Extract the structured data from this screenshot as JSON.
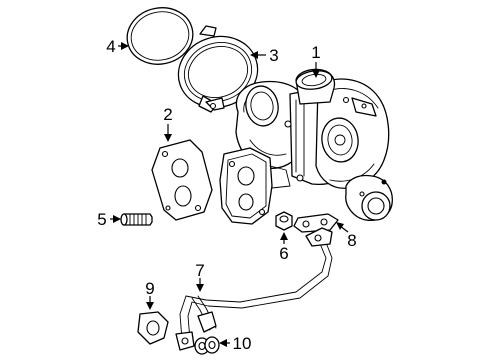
{
  "callouts": [
    {
      "id": "1",
      "text": "1"
    },
    {
      "id": "2",
      "text": "2"
    },
    {
      "id": "3",
      "text": "3"
    },
    {
      "id": "4",
      "text": "4"
    },
    {
      "id": "5",
      "text": "5"
    },
    {
      "id": "6",
      "text": "6"
    },
    {
      "id": "7",
      "text": "7"
    },
    {
      "id": "8",
      "text": "8"
    },
    {
      "id": "9",
      "text": "9"
    },
    {
      "id": "10",
      "text": "10"
    }
  ],
  "parts": [
    {
      "callout": "1",
      "name": "turbocharger-icon"
    },
    {
      "callout": "2",
      "name": "gasket-plate-icon"
    },
    {
      "callout": "3",
      "name": "clamp-icon"
    },
    {
      "callout": "4",
      "name": "o-ring-icon"
    },
    {
      "callout": "5",
      "name": "stud-bolt-icon"
    },
    {
      "callout": "6",
      "name": "nut-icon"
    },
    {
      "callout": "7",
      "name": "oil-line-icon"
    },
    {
      "callout": "8",
      "name": "flange-gasket-icon"
    },
    {
      "callout": "9",
      "name": "gasket-icon"
    },
    {
      "callout": "10",
      "name": "washer-icon"
    }
  ]
}
